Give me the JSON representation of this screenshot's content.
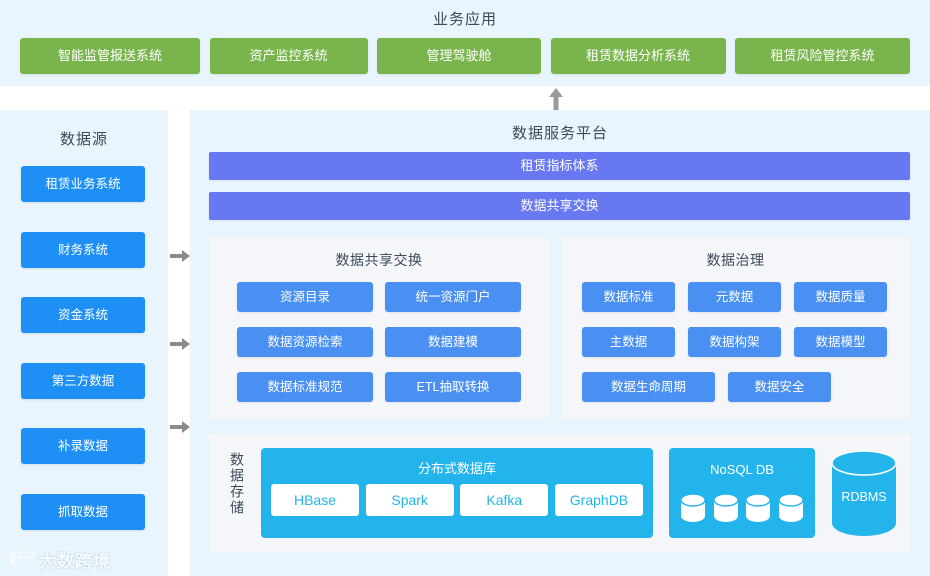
{
  "business": {
    "title": "业务应用",
    "apps": [
      {
        "label": "智能监管报送系统"
      },
      {
        "label": "资产监控系统"
      },
      {
        "label": "管理驾驶舱"
      },
      {
        "label": "租赁数据分析系统"
      },
      {
        "label": "租赁风险管控系统"
      }
    ]
  },
  "datasource": {
    "title": "数据源",
    "items": [
      {
        "label": "租赁业务系统"
      },
      {
        "label": "财务系统"
      },
      {
        "label": "资金系统"
      },
      {
        "label": "第三方数据"
      },
      {
        "label": "补录数据"
      },
      {
        "label": "抓取数据"
      }
    ]
  },
  "platform": {
    "title": "数据服务平台",
    "bars": [
      {
        "label": "租赁指标体系"
      },
      {
        "label": "数据共享交换"
      }
    ],
    "sharing": {
      "title": "数据共享交换",
      "items": [
        {
          "label": "资源目录"
        },
        {
          "label": "统一资源门户"
        },
        {
          "label": "数据资源检索"
        },
        {
          "label": "数据建模"
        },
        {
          "label": "数据标准规范"
        },
        {
          "label": "ETL抽取转换"
        }
      ]
    },
    "governance": {
      "title": "数据治理",
      "items": [
        {
          "label": "数据标准"
        },
        {
          "label": "元数据"
        },
        {
          "label": "数据质量"
        },
        {
          "label": "主数据"
        },
        {
          "label": "数据构架"
        },
        {
          "label": "数据模型"
        },
        {
          "label": "数据生命周期"
        },
        {
          "label": "数据安全"
        }
      ]
    },
    "storage": {
      "label": "数据存储",
      "distributed": {
        "title": "分布式数据库",
        "tech": [
          {
            "label": "HBase"
          },
          {
            "label": "Spark"
          },
          {
            "label": "Kafka"
          },
          {
            "label": "GraphDB"
          }
        ]
      },
      "nosql": {
        "title": "NoSQL DB",
        "cylinder_count": 4
      },
      "rdbms": {
        "title": "RDBMS"
      }
    }
  },
  "watermark": {
    "text": "大数跨境"
  },
  "colors": {
    "band_bg": "#e9f5fd",
    "app_green": "#79b44c",
    "source_blue": "#1e90f5",
    "bar_purple": "#6878f0",
    "chip_blue": "#4a90f2",
    "storage_cyan": "#23b4ec",
    "panel_bg": "#f5f6fa",
    "arrow_gray": "#8b8b8b",
    "title_text": "#3c4a57"
  }
}
